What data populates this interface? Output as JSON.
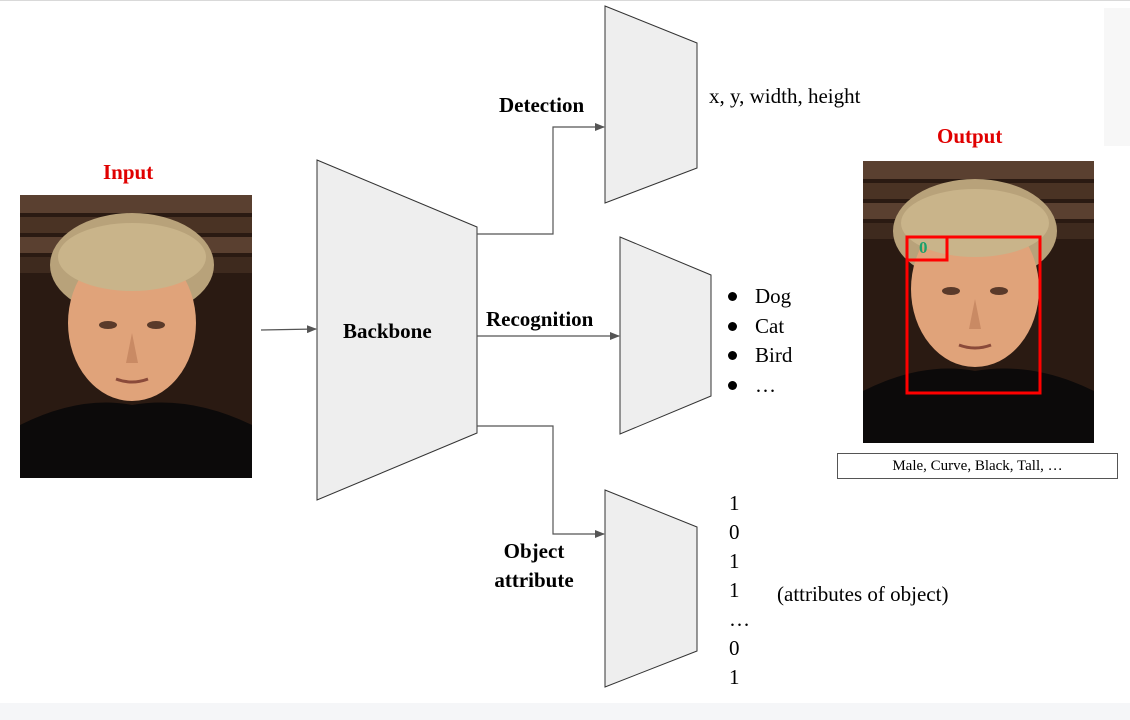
{
  "labels": {
    "input": "Input",
    "output": "Output",
    "backbone": "Backbone",
    "detection": "Detection",
    "recognition": "Recognition",
    "object_attribute_line1": "Object",
    "object_attribute_line2": "attribute",
    "detection_output": "x, y, width, height",
    "attributes_note": "(attributes of object)",
    "output_caption": "Male, Curve, Black, Tall, …",
    "bbox_tag": "0"
  },
  "recognition_classes": [
    "Dog",
    "Cat",
    "Bird",
    "…"
  ],
  "attribute_bits": [
    "1",
    "0",
    "1",
    "1",
    "…",
    "0",
    "1"
  ],
  "colors": {
    "accent_red": "#e00000",
    "block_fill": "#eeeeee",
    "block_stroke": "#333333",
    "arrow": "#555555",
    "bbox_stroke": "#ff0000",
    "bbox_tag_text": "#1aa06a"
  }
}
